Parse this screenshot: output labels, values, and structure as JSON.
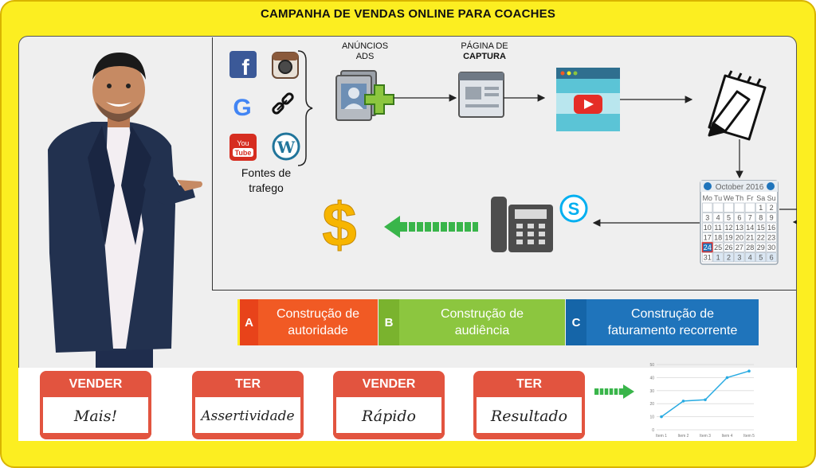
{
  "title": "CAMPANHA DE VENDAS ONLINE PARA COACHES",
  "sources": {
    "label_line1": "Fontes de",
    "label_line2": "trafego",
    "icons": [
      "facebook-icon",
      "instagram-icon",
      "google-icon",
      "link-icon",
      "youtube-icon",
      "wordpress-icon"
    ],
    "youtube_text": "You Tube"
  },
  "steps": {
    "ads_line1": "ANÚNCIOS",
    "ads_line2": "ADS",
    "capture_line1": "PÁGINA DE",
    "capture_line2": "CAPTURA"
  },
  "calendar": {
    "header": "October 2016",
    "days": [
      "Mo",
      "Tu",
      "We",
      "Th",
      "Fr",
      "Sa",
      "Su"
    ],
    "rows": [
      [
        "",
        "",
        "",
        "",
        "",
        "1",
        "2"
      ],
      [
        "3",
        "4",
        "5",
        "6",
        "7",
        "8",
        "9"
      ],
      [
        "10",
        "11",
        "12",
        "13",
        "14",
        "15",
        "16"
      ],
      [
        "17",
        "18",
        "19",
        "20",
        "21",
        "22",
        "23"
      ],
      [
        "24",
        "25",
        "26",
        "27",
        "28",
        "29",
        "30"
      ],
      [
        "31",
        "1",
        "2",
        "3",
        "4",
        "5",
        "6"
      ]
    ],
    "highlight": "24"
  },
  "stages": [
    {
      "letter": "A",
      "text_line1": "Construção de",
      "text_line2": "autoridade",
      "color": "#f15a24",
      "letter_color": "#e8431a"
    },
    {
      "letter": "B",
      "text_line1": "Construção de",
      "text_line2": "audiência",
      "color": "#8cc63f",
      "letter_color": "#7ab32e"
    },
    {
      "letter": "C",
      "text_line1": "Construção de",
      "text_line2": "faturamento recorrente",
      "color": "#1f74bb",
      "letter_color": "#1565a8"
    }
  ],
  "badges": [
    {
      "head": "VENDER",
      "body": "Mais!"
    },
    {
      "head": "TER",
      "body": "Assertividade"
    },
    {
      "head": "VENDER",
      "body": "Rápido"
    },
    {
      "head": "TER",
      "body": "Resultado"
    }
  ],
  "chart_data": {
    "type": "line",
    "categories": [
      "Item 1",
      "Item 2",
      "Item 3",
      "Item 4",
      "Item 5"
    ],
    "values": [
      10,
      22,
      23,
      40,
      45
    ],
    "ylim": [
      0,
      50
    ],
    "yticks": [
      "0",
      "10",
      "20",
      "30",
      "40",
      "50"
    ],
    "grid": true,
    "color": "#29abe2"
  },
  "colors": {
    "frame": "#fcee21",
    "badge": "#e2543f",
    "arrow_green": "#39b54a",
    "dollar": "#f7b500"
  }
}
